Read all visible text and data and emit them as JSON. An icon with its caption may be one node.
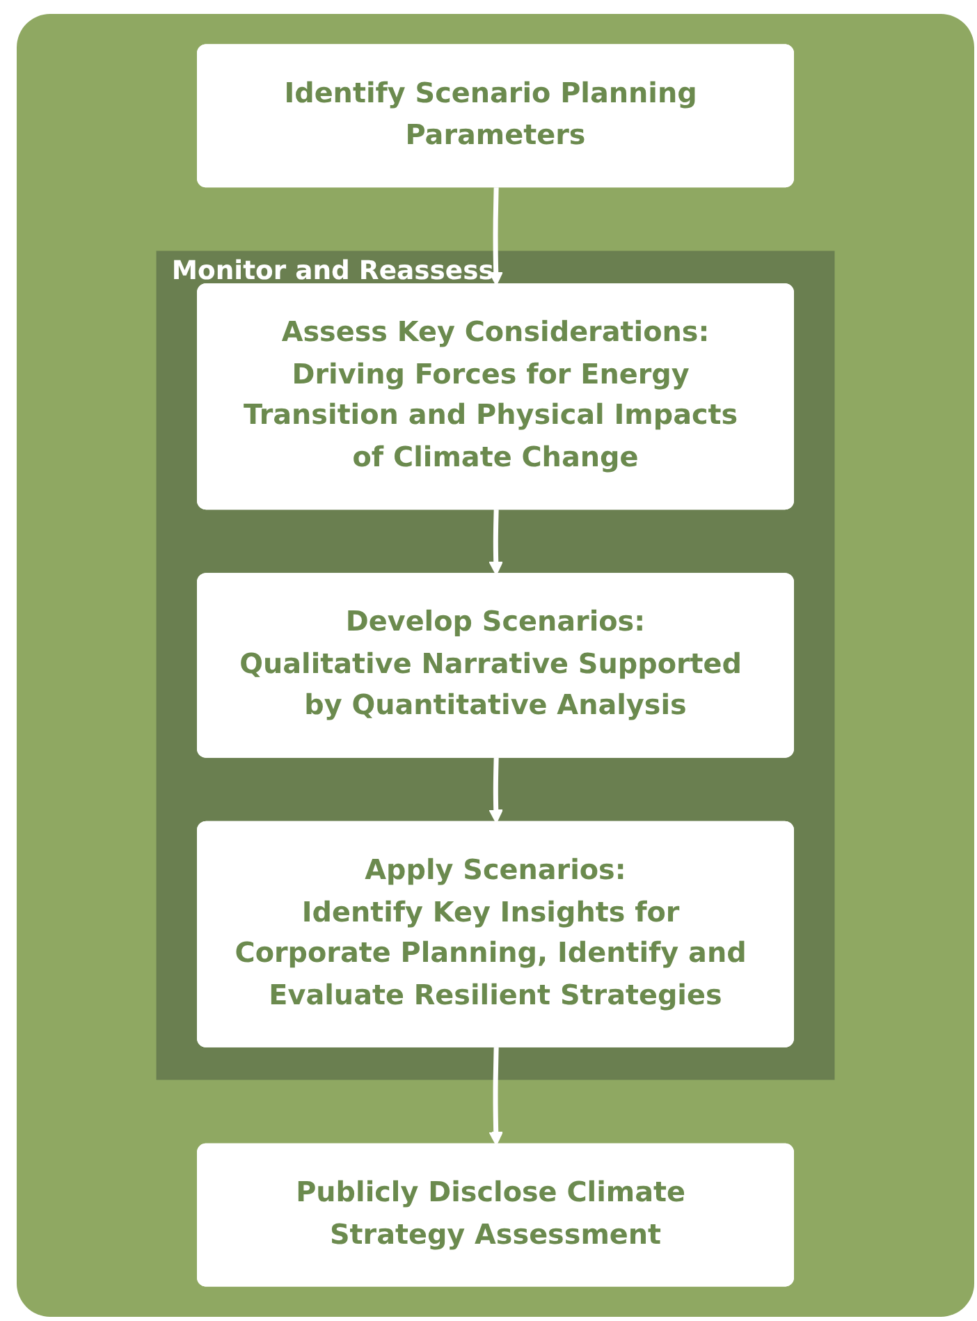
{
  "diagram": {
    "nodes": [
      {
        "text": [
          "Identify Scenario Planning Parameters"
        ]
      },
      {
        "text": [
          "Monitor and Reassess"
        ]
      },
      {
        "text": [
          "Assess Key Considerations:",
          "Driving Forces for Energy Transition and Physical Impacts of Climate Change"
        ],
        "in": 1
      },
      {
        "text": [
          "Develop Scenarios:",
          "Qualitative Narrative Supported by Quantitative Analysis"
        ],
        "in": 1
      },
      {
        "text": [
          "Apply Scenarios:",
          "Identify Key Insights for Corporate Planning, Identify and Evaluate Resilient Strategies"
        ],
        "in": 1
      },
      {
        "text": [
          "Publicly Disclose Climate Strategy Assessment"
        ]
      }
    ],
    "edges": [
      {
        "from": 0,
        "to": 2,
        "arrow": "to"
      },
      {
        "from": 2,
        "to": 3,
        "arrow": "to"
      },
      {
        "from": 3,
        "to": 4,
        "arrow": "to"
      },
      {
        "from": 4,
        "to": 5,
        "arrow": "to"
      }
    ]
  }
}
